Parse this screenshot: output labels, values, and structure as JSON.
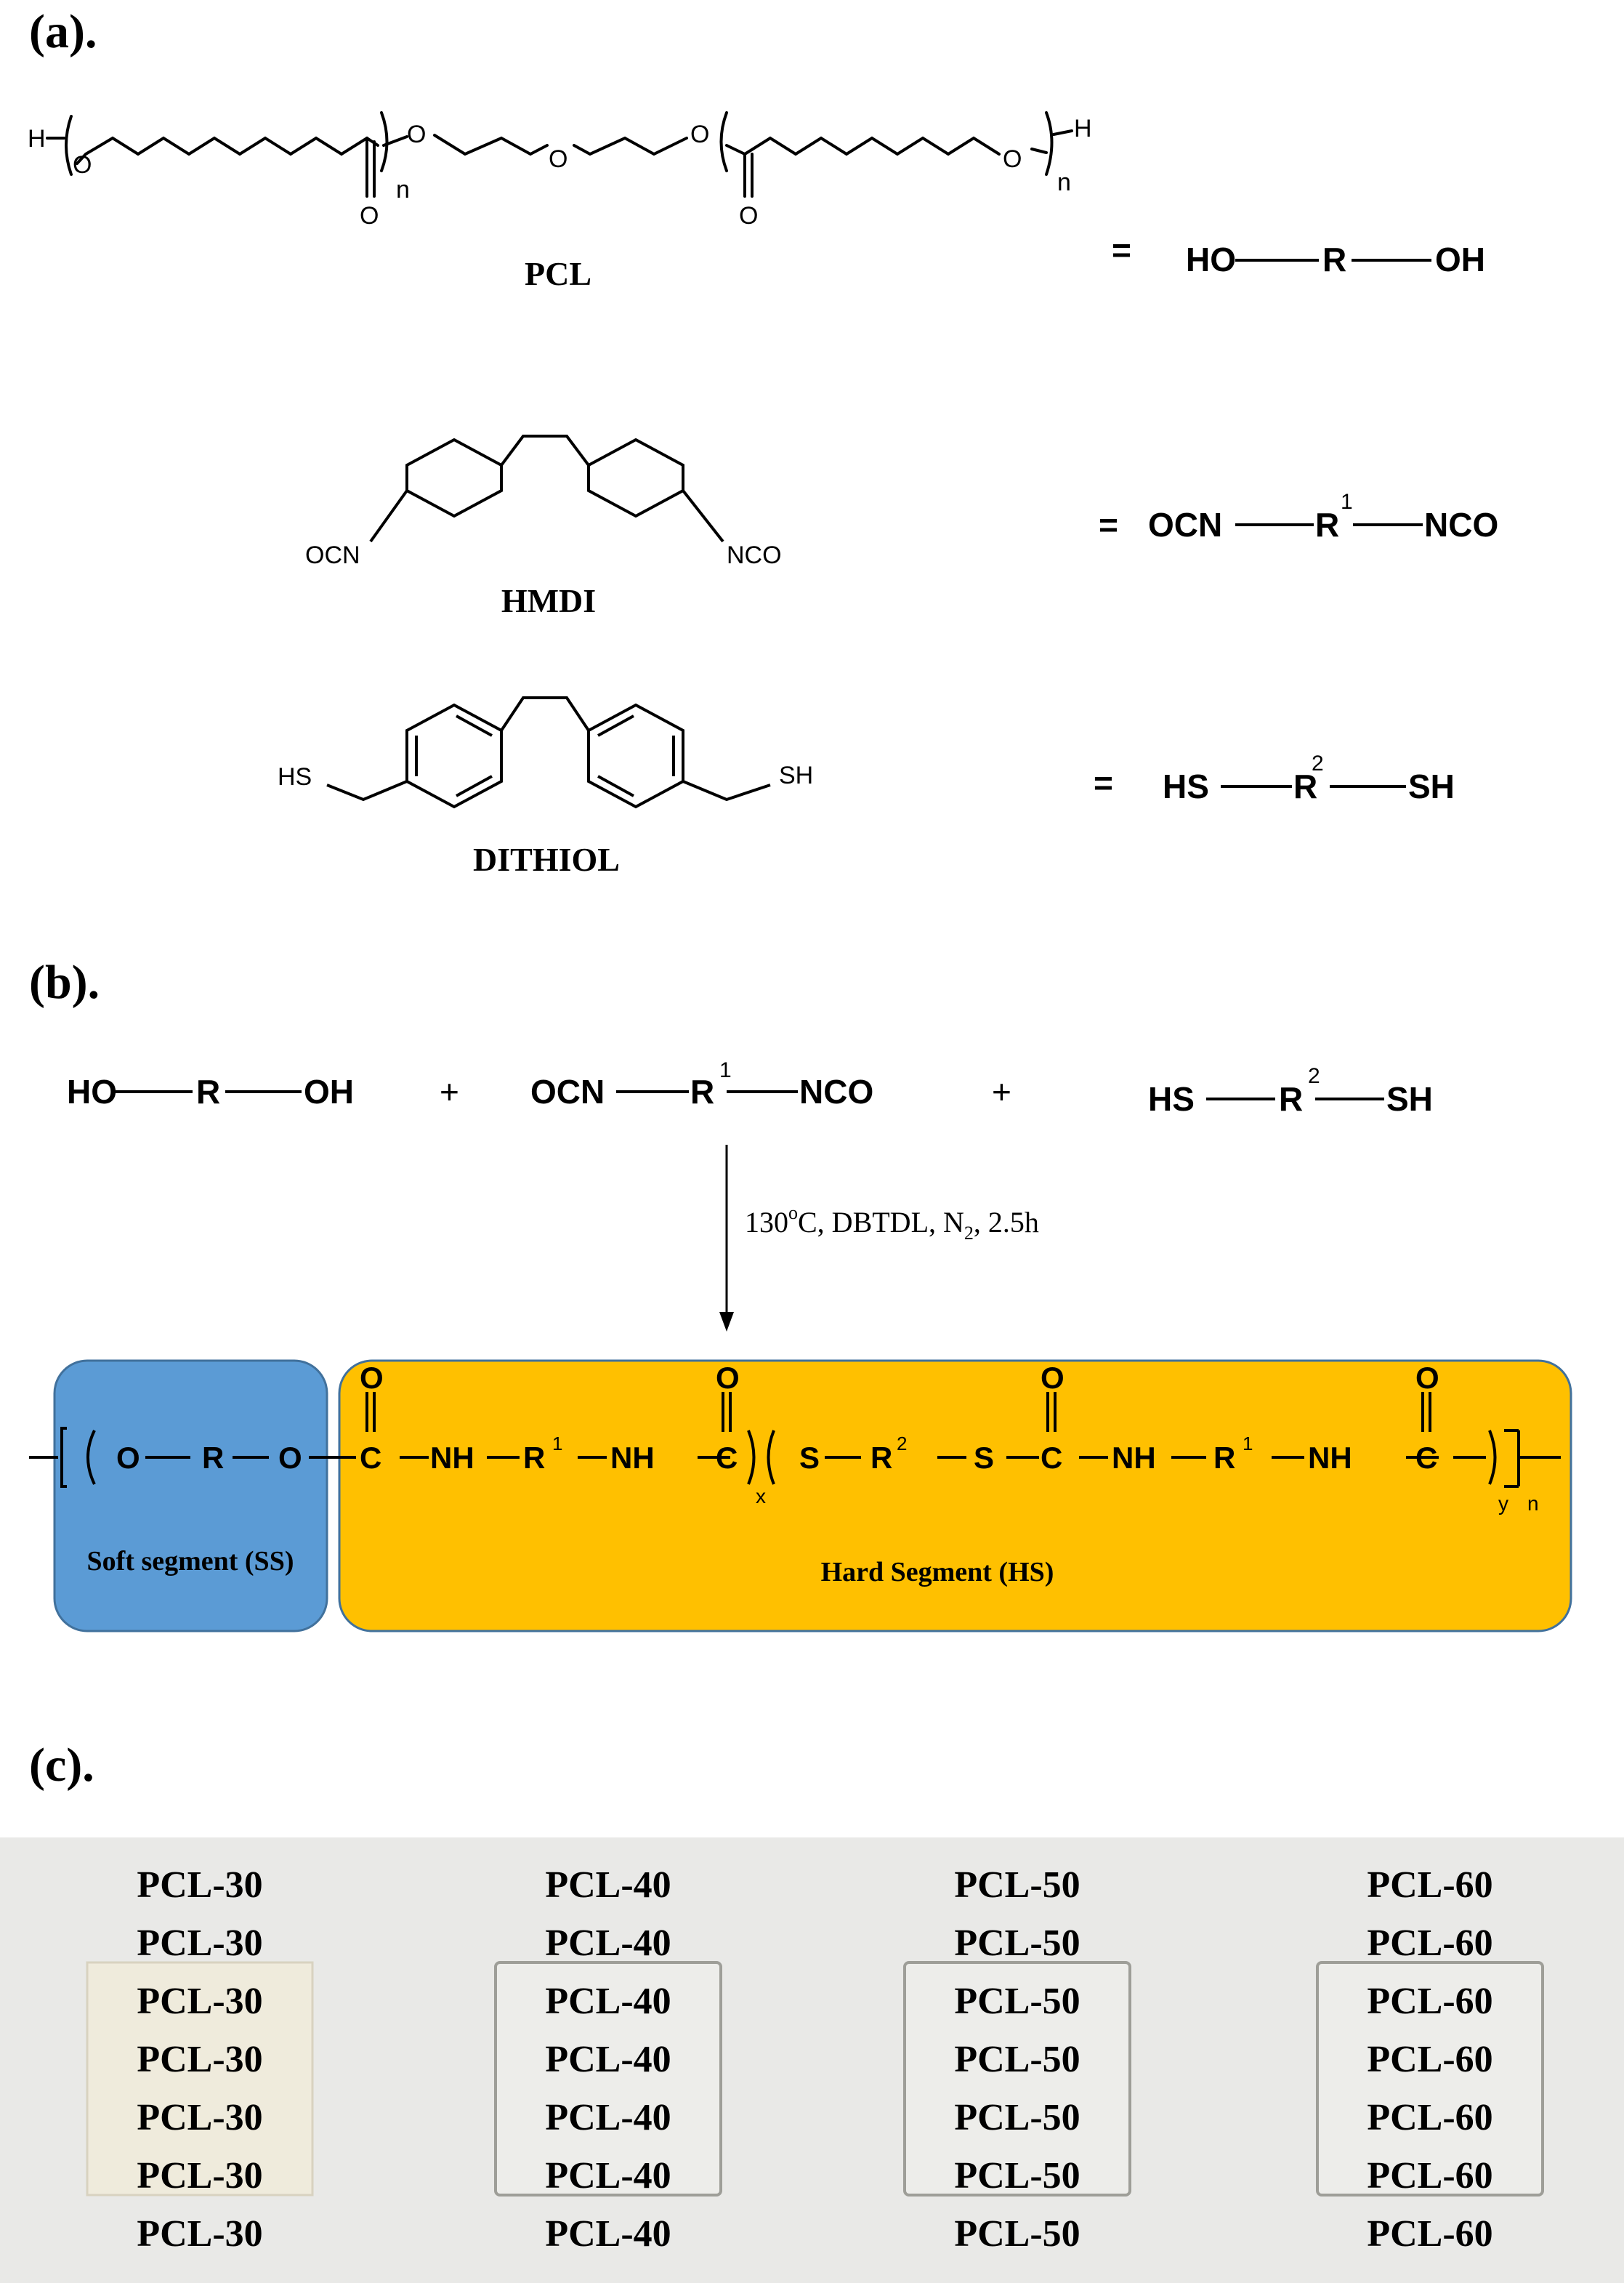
{
  "panels": {
    "a": "(a).",
    "b": "(b).",
    "c": "(c)."
  },
  "compounds": {
    "pcl": {
      "name": "PCL",
      "atoms": {
        "h_left": "H",
        "o1": "O",
        "o_carb1": "O",
        "n1": "n",
        "o_ester1": "O",
        "o_ether": "O",
        "o_ester2": "O",
        "o_carb2": "O",
        "o_end": "O",
        "h_right": "H",
        "n2": "n"
      },
      "equals": "=",
      "generic": {
        "left": "HO",
        "core": "R",
        "right": "OH"
      }
    },
    "hmdi": {
      "name": "HMDI",
      "left_group": "OCN",
      "right_group": "NCO",
      "equals": "=",
      "generic": {
        "left": "OCN",
        "core": "R",
        "sup": "1",
        "right": "NCO"
      }
    },
    "dithiol": {
      "name": "DITHIOL",
      "left_group": "HS",
      "right_group": "SH",
      "equals": "=",
      "generic": {
        "left": "HS",
        "core": "R",
        "sup": "2",
        "right": "SH"
      }
    }
  },
  "reaction": {
    "reactant1": {
      "left": "HO",
      "core": "R",
      "right": "OH"
    },
    "plus": "+",
    "reactant2": {
      "left": "OCN",
      "core": "R",
      "sup": "1",
      "right": "NCO"
    },
    "reactant3": {
      "left": "HS",
      "core": "R",
      "sup": "2",
      "right": "SH"
    },
    "conditions": {
      "temp": "130",
      "deg": "o",
      "text1": "C, DBTDL, N",
      "sub": "2",
      "text2": ", 2.5h"
    }
  },
  "product": {
    "soft_label": "Soft segment (SS)",
    "hard_label": "Hard Segment (HS)",
    "soft_color": "#5B9BD5",
    "hard_color": "#FFC000",
    "atoms": {
      "o": "O",
      "r": "R",
      "c": "C",
      "nh": "NH",
      "s": "S",
      "r1": "R",
      "sup1": "1",
      "sup2": "2",
      "x": "x",
      "y": "y",
      "n": "n"
    }
  },
  "photo": {
    "columns": [
      {
        "label": "PCL-30",
        "sample": "opaque"
      },
      {
        "label": "PCL-40",
        "sample": "transparent"
      },
      {
        "label": "PCL-50",
        "sample": "transparent"
      },
      {
        "label": "PCL-60",
        "sample": "transparent"
      }
    ],
    "paper_color": "#E9E9E7",
    "opaque_color": "#EFEBDC"
  }
}
